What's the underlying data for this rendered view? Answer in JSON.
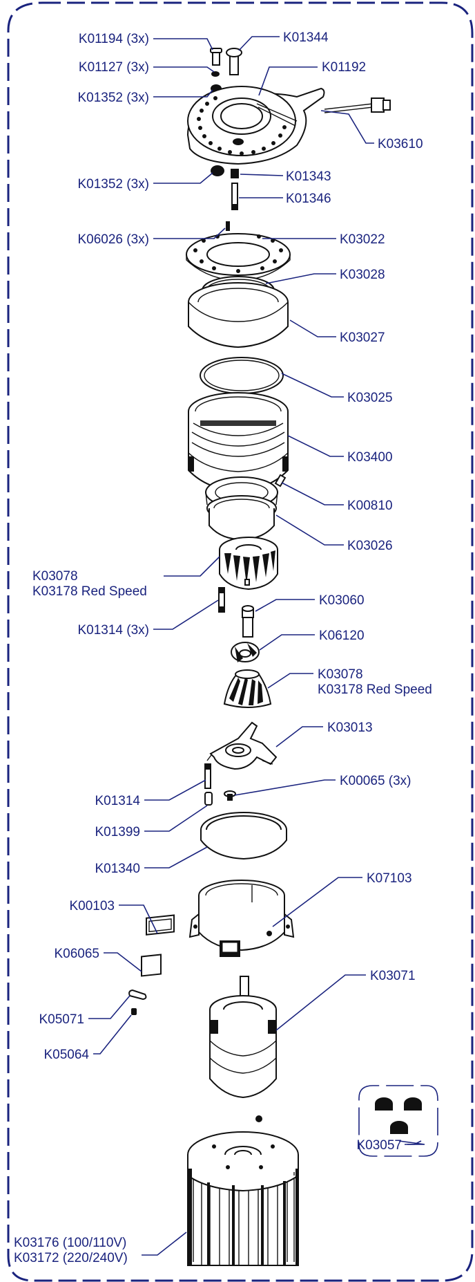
{
  "parts": {
    "k01194": "K01194 (3x)",
    "k01344": "K01344",
    "k01127": "K01127 (3x)",
    "k01192": "K01192",
    "k01352_top": "K01352 (3x)",
    "k03610": "K03610",
    "k01352_bottom": "K01352 (3x)",
    "k01343": "K01343",
    "k01346": "K01346",
    "k06026": "K06026 (3x)",
    "k03022": "K03022",
    "k03028": "K03028",
    "k03027": "K03027",
    "k03025": "K03025",
    "k03400": "K03400",
    "k00810": "K00810",
    "k03026": "K03026",
    "burr_upper_line1": "K03078",
    "burr_upper_line2": "K03178 Red Speed",
    "k03060": "K03060",
    "k01314_3x": "K01314 (3x)",
    "k06120": "K06120",
    "burr_lower_line1": "K03078",
    "burr_lower_line2": "K03178 Red Speed",
    "k03013": "K03013",
    "k00065": "K00065 (3x)",
    "k01314": "K01314",
    "k01399": "K01399",
    "k01340": "K01340",
    "k07103": "K07103",
    "k00103": "K00103",
    "k06065": "K06065",
    "k03071": "K03071",
    "k05071": "K05071",
    "k05064": "K05064",
    "k03057": "K03057",
    "motor_line1": "K03176 (100/110V)",
    "motor_line2": "K03172 (220/240V)"
  }
}
